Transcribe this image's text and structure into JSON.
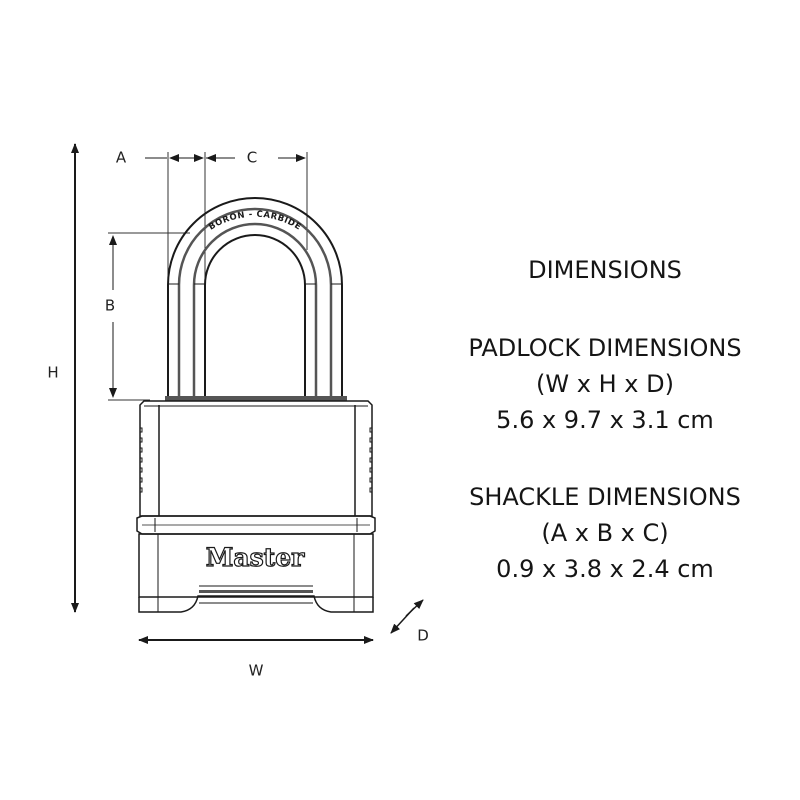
{
  "diagram": {
    "labels": {
      "A": "A",
      "B": "B",
      "C": "C",
      "H": "H",
      "W": "W",
      "D": "D"
    },
    "shackle_text": "BORON - CARBIDE",
    "brand_text": "Master"
  },
  "specs": {
    "title": "DIMENSIONS",
    "padlock": {
      "heading": "PADLOCK DIMENSIONS",
      "axes": "(W x H x D)",
      "value": "5.6 x 9.7 x 3.1 cm"
    },
    "shackle": {
      "heading": "SHACKLE DIMENSIONS",
      "axes": "(A x B x C)",
      "value": "0.9 x 3.8 x 2.4 cm"
    }
  },
  "colors": {
    "line": "#1a1a1a",
    "text": "#151515",
    "background": "#ffffff"
  }
}
